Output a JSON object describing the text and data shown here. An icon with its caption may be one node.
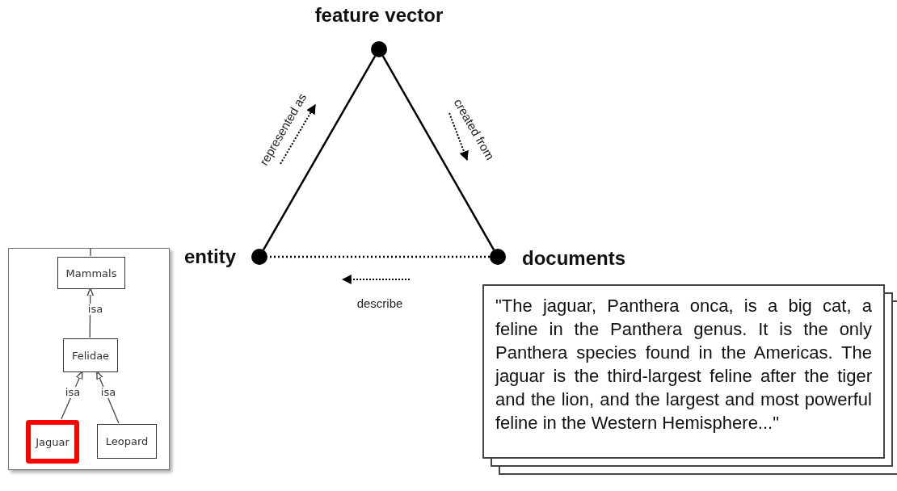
{
  "diagram": {
    "nodes": [
      {
        "text": [
          "feature vector"
        ]
      },
      {
        "text": [
          "entity"
        ]
      },
      {
        "text": [
          "documents"
        ]
      },
      {
        "text": [
          "\"The jaguar, Panthera onca, is a big cat, a feline in the Panthera genus. It is the only Panthera species found in the Americas. The jaguar is the third-largest feline after the tiger and the lion, and the largest and most powerful feline in the Western Hemisphere...\""
        ]
      },
      {
        "text": [],
        "shape": "box"
      },
      {
        "text": [
          "Mammals"
        ],
        "in": 4
      },
      {
        "text": [
          "Felidae"
        ],
        "in": 4
      },
      {
        "text": [
          "Jaguar"
        ],
        "in": 4
      },
      {
        "text": [
          "Leopard"
        ],
        "in": 4
      }
    ],
    "edges": [
      {
        "from": 1,
        "to": 0,
        "arrow": "none",
        "label": "represented as"
      },
      {
        "from": 0,
        "to": 2,
        "arrow": "none",
        "label": "created from"
      },
      {
        "from": 2,
        "to": 1,
        "arrow": "none",
        "label": "describe",
        "style": "dashed"
      },
      {
        "from": 5,
        "to": null,
        "arrow": "none"
      },
      {
        "from": 6,
        "to": 5,
        "arrow": "to",
        "label": "isa"
      },
      {
        "from": 7,
        "to": 6,
        "arrow": "to",
        "label": "isa"
      },
      {
        "from": 8,
        "to": 6,
        "arrow": "to",
        "label": "isa"
      }
    ]
  }
}
